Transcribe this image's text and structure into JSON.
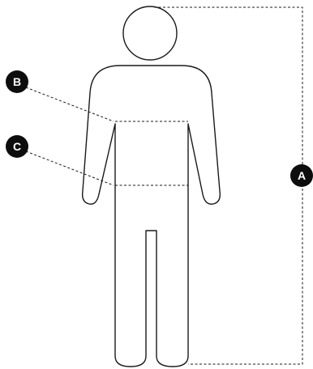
{
  "markers": {
    "a": {
      "letter": "A",
      "measures": "height"
    },
    "b": {
      "letter": "B",
      "measures": "chest"
    },
    "c": {
      "letter": "C",
      "measures": "waist"
    }
  },
  "colors": {
    "outline": "#1a1a1a",
    "badge": "#0d0d0d",
    "badge_text": "#ffffff",
    "background": "#ffffff"
  }
}
